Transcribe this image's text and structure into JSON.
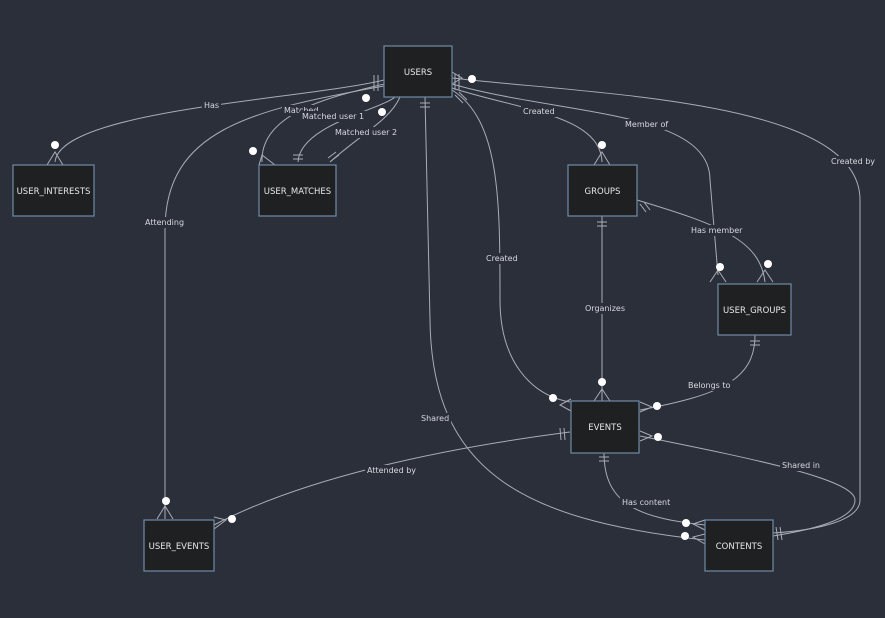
{
  "entities": {
    "users": "USERS",
    "user_interests": "USER_INTERESTS",
    "user_matches": "USER_MATCHES",
    "groups": "GROUPS",
    "user_groups": "USER_GROUPS",
    "events": "EVENTS",
    "user_events": "USER_EVENTS",
    "contents": "CONTENTS"
  },
  "relationships": {
    "has": "Has",
    "matched": "Matched",
    "matched_user_1": "Matched user 1",
    "matched_user_2": "Matched user 2",
    "created_groups": "Created",
    "member_of": "Member of",
    "created_by": "Created by",
    "attending": "Attending",
    "has_member": "Has member",
    "created_events": "Created",
    "organizes": "Organizes",
    "belongs_to": "Belongs to",
    "shared": "Shared",
    "attended_by": "Attended by",
    "shared_in": "Shared in",
    "has_content": "Has content"
  },
  "colors": {
    "background": "#2b2f3a",
    "entity_fill": "#1f2022",
    "entity_border": "#6f8aa8",
    "line": "#a7acb6"
  }
}
